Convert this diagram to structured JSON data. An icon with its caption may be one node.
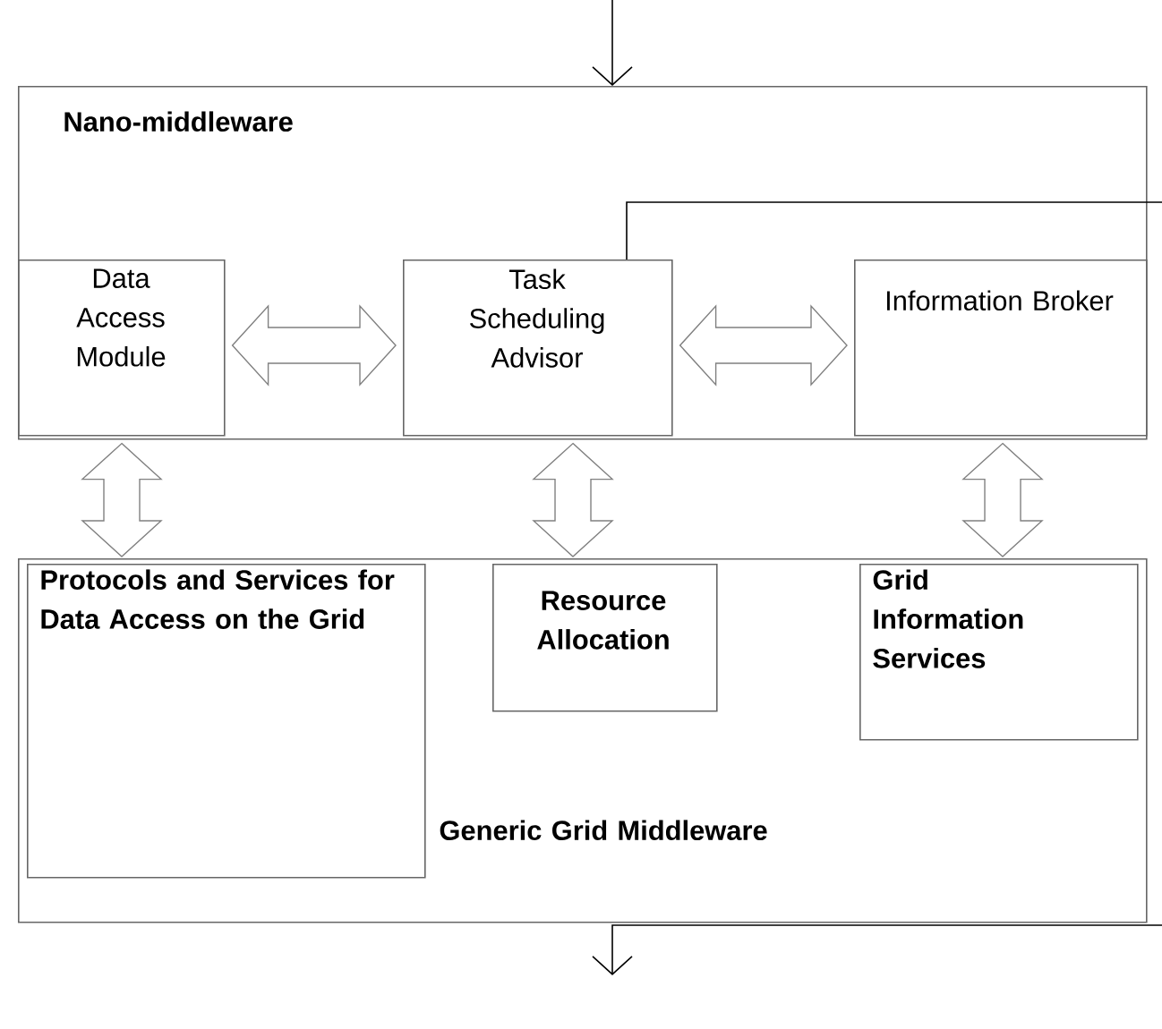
{
  "diagram": {
    "nodes": [
      {
        "text": [
          "Nano-middleware"
        ]
      },
      {
        "text": [
          "Data Access Module"
        ],
        "in": 0
      },
      {
        "text": [
          "Task Scheduling Advisor"
        ],
        "in": 0
      },
      {
        "text": [
          "Information Broker"
        ],
        "in": 0
      },
      {
        "text": [
          "Generic Grid Middleware"
        ]
      },
      {
        "text": [
          "Protocols and Services for Data Access on the Grid"
        ],
        "in": 4
      },
      {
        "text": [
          "Resource Allocation"
        ],
        "in": 4
      },
      {
        "text": [
          "Grid Information Services"
        ],
        "in": 4
      }
    ],
    "edges": [
      {
        "from": null,
        "to": 0,
        "arrow": "to"
      },
      {
        "from": 2,
        "to": null,
        "arrow": "none"
      },
      {
        "from": 1,
        "to": 2,
        "arrow": "both",
        "style": "thick"
      },
      {
        "from": 2,
        "to": 3,
        "arrow": "both",
        "style": "thick"
      },
      {
        "from": 1,
        "to": 5,
        "arrow": "both",
        "style": "thick"
      },
      {
        "from": 2,
        "to": 6,
        "arrow": "both",
        "style": "thick"
      },
      {
        "from": 3,
        "to": 7,
        "arrow": "both",
        "style": "thick"
      }
    ]
  }
}
